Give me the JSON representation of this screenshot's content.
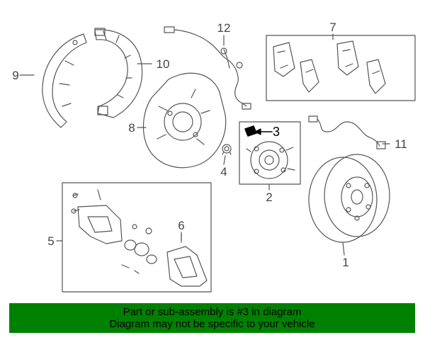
{
  "callouts": {
    "n1": "1",
    "n2": "2",
    "n3": "3",
    "n4": "4",
    "n5": "5",
    "n6": "6",
    "n7": "7",
    "n8": "8",
    "n9": "9",
    "n10": "10",
    "n11": "11",
    "n12": "12"
  },
  "banner": {
    "line1": "Part or sub-assembly is #3 in diagram",
    "line2": "Diagram may not be specific to your vehicle"
  },
  "colors": {
    "banner_bg": "#008000",
    "line": "#555555",
    "highlight": "#000000"
  }
}
